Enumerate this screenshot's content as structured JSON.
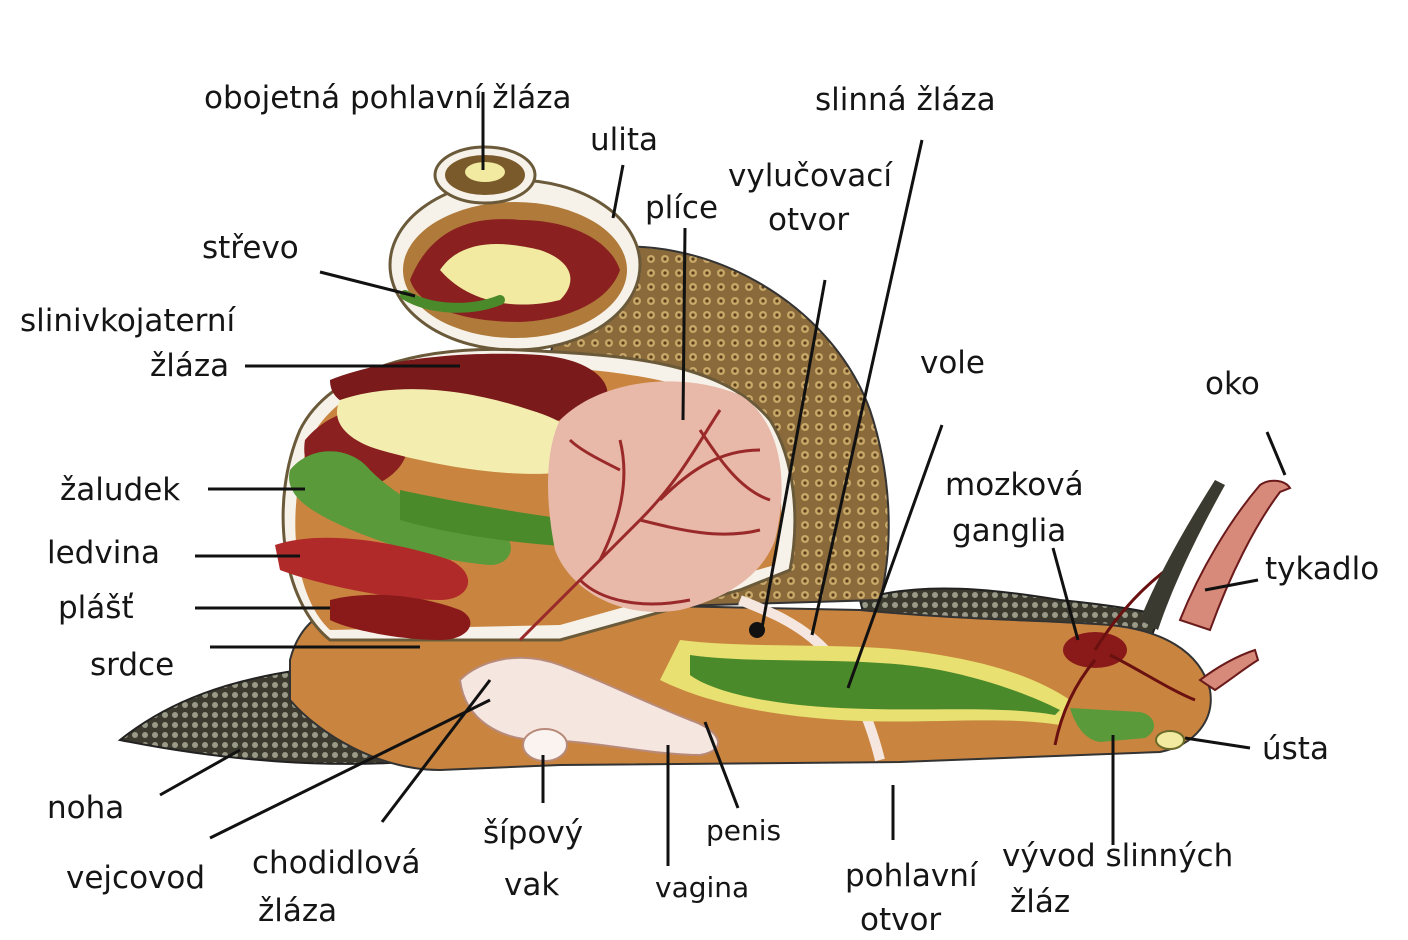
{
  "diagram": {
    "labels": {
      "obojetna": "obojetná pohlavní žláza",
      "ulita": "ulita",
      "slinna_zlaza": "slinná žláza",
      "vylucovaci": "vylučovací",
      "otvor": "otvor",
      "plice": "plíce",
      "strevo": "střevo",
      "slinivkojaterni": "slinivkojaterní",
      "zlaza1": "žláza",
      "vole": "vole",
      "oko": "oko",
      "zaludek": "žaludek",
      "mozkova": "mozková",
      "ganglia": "ganglia",
      "ledvina": "ledvina",
      "tykadlo": "tykadlo",
      "plast": "plášť",
      "srdce": "srdce",
      "usta": "ústa",
      "noha": "noha",
      "vejcovod": "vejcovod",
      "chodidlova": "chodidlová",
      "zlaza2": "žláza",
      "sipovy": "šípový",
      "vak": "vak",
      "penis": "penis",
      "vagina": "vagina",
      "pohlavni": "pohlavní",
      "otvor2": "otvor",
      "vyvod": "vývod slinných",
      "zlaz": "žláz"
    },
    "colors": {
      "body": "#c9853f",
      "foot": "#4a4a3a",
      "shell": "#8a6a3a",
      "liver": "#7a1a1a",
      "stomach": "#5a9a3a",
      "gut_yellow": "#e8e070",
      "lung": "#e8b8a8",
      "line": "#111111"
    }
  }
}
